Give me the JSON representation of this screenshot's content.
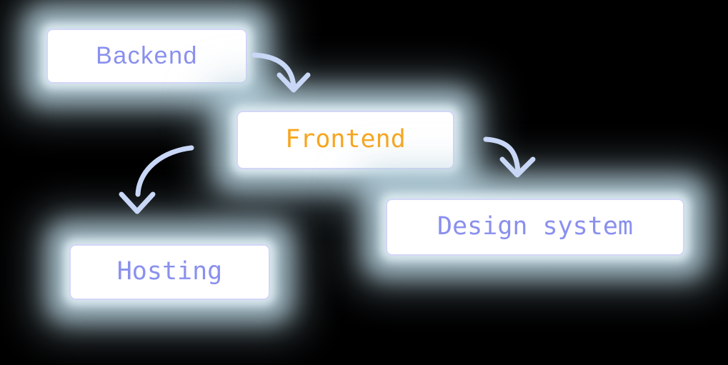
{
  "diagram": {
    "background_color": "#000000",
    "nodes": [
      {
        "id": "backend",
        "label": "Backend",
        "text_color": "#8a90ee"
      },
      {
        "id": "frontend",
        "label": "Frontend",
        "text_color": "#f7a61e"
      },
      {
        "id": "design-system",
        "label": "Design system",
        "text_color": "#8a90ee"
      },
      {
        "id": "hosting",
        "label": "Hosting",
        "text_color": "#8a90ee"
      }
    ],
    "edges": [
      {
        "from": "backend",
        "to": "frontend",
        "style": "curved-arrow-down"
      },
      {
        "from": "frontend",
        "to": "design-system",
        "style": "curved-arrow-down"
      },
      {
        "from": "frontend",
        "to": "hosting",
        "style": "curved-arrow-down"
      }
    ],
    "colors": {
      "node_fill": "#ffffff",
      "node_border": "#d3d6f7",
      "arrow": "#c9d7f7",
      "glow": "#b9d3de",
      "label_default": "#8a90ee",
      "label_highlight": "#f7a61e"
    }
  }
}
